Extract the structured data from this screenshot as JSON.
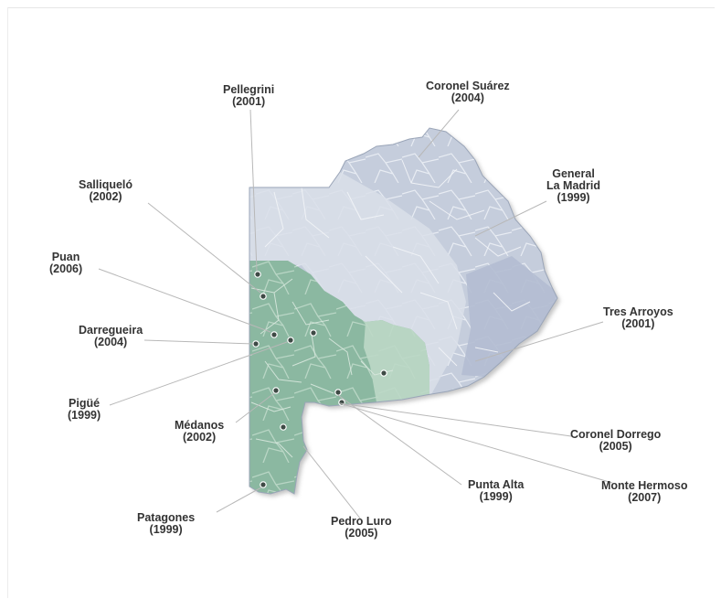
{
  "colors": {
    "region_blue": "#c5cddc",
    "region_green": "#8bb8a1",
    "region_light_green": "#bcd8c6",
    "leader_line": "#b8b8b8",
    "text": "#333333"
  },
  "labels": [
    {
      "id": "pellegrini",
      "name": "Pellegrini",
      "year": "(2001)"
    },
    {
      "id": "coronel-suarez",
      "name": "Coronel Suárez",
      "year": "(2004)"
    },
    {
      "id": "general-la-madrid",
      "name": "General",
      "name2": "La Madrid",
      "year": "(1999)"
    },
    {
      "id": "salliquelo",
      "name": "Salliqueló",
      "year": "(2002)"
    },
    {
      "id": "puan",
      "name": "Puan",
      "year": "(2006)"
    },
    {
      "id": "darregueira",
      "name": "Darregueira",
      "year": "(2004)"
    },
    {
      "id": "tres-arroyos",
      "name": "Tres Arroyos",
      "year": "(2001)"
    },
    {
      "id": "pigue",
      "name": "Pigüé",
      "year": "(1999)"
    },
    {
      "id": "medanos",
      "name": "Médanos",
      "year": "(2002)"
    },
    {
      "id": "coronel-dorrego",
      "name": "Coronel Dorrego",
      "year": "(2005)"
    },
    {
      "id": "monte-hermoso",
      "name": "Monte Hermoso",
      "year": "(2007)"
    },
    {
      "id": "punta-alta",
      "name": "Punta Alta",
      "year": "(1999)"
    },
    {
      "id": "patagones",
      "name": "Patagones",
      "year": "(1999)"
    },
    {
      "id": "pedro-luro",
      "name": "Pedro Luro",
      "year": "(2005)"
    }
  ]
}
